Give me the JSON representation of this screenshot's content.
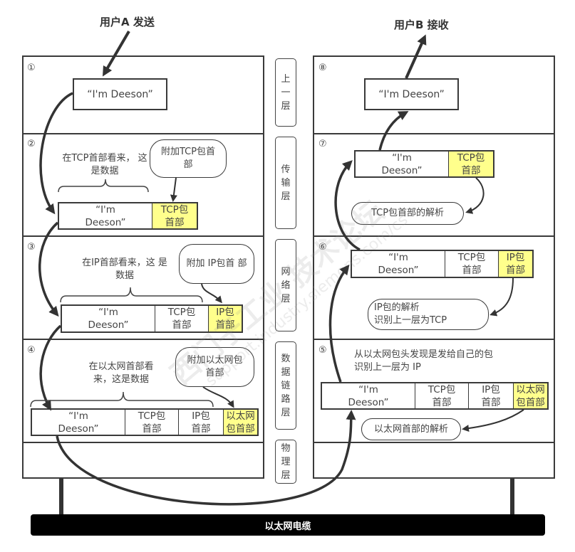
{
  "titles": {
    "sender": "用户A 发送",
    "receiver": "用户B 接收"
  },
  "layers": [
    {
      "id": "upper",
      "label": "上一层"
    },
    {
      "id": "transport",
      "label": "传输层"
    },
    {
      "id": "network",
      "label": "网络层"
    },
    {
      "id": "datalink",
      "label": "数据链路层"
    },
    {
      "id": "physical",
      "label": "物理层"
    }
  ],
  "sender": {
    "step1": {
      "num": "①",
      "message": "“I'm Deeson”"
    },
    "step2": {
      "num": "②",
      "note": "在TCP首部看来，\n这是数据",
      "bubble": "附加TCP包首\n部",
      "cells": [
        "“I'm\nDeeson”",
        "TCP包\n首部"
      ]
    },
    "step3": {
      "num": "③",
      "note": "在IP首部看来，这\n是数据",
      "bubble": "附加 IP包首\n部",
      "cells": [
        "“I'm\nDeeson”",
        "TCP包\n首部",
        "IP包\n首部"
      ]
    },
    "step4": {
      "num": "④",
      "note": "在以太网首部看\n来，这是数据",
      "bubble": "附加以太网包\n首部",
      "cells": [
        "“I'm\nDeeson”",
        "TCP包\n首部",
        "IP包\n首部",
        "以太网\n包首部"
      ]
    }
  },
  "receiver": {
    "step8": {
      "num": "⑧",
      "message": "“I'm Deeson”"
    },
    "step7": {
      "num": "⑦",
      "cells": [
        "“I'm\nDeeson”",
        "TCP包\n首部"
      ],
      "bubble": "TCP包首部的解析"
    },
    "step6": {
      "num": "⑥",
      "cells": [
        "“I'm\nDeeson”",
        "TCP包\n首部",
        "IP包\n首部"
      ],
      "bubble": "IP包的解析\n识别上一层为TCP"
    },
    "step5": {
      "num": "⑤",
      "note": "从以太网包头发现是发给自己的包\n识别上一层为 IP",
      "cells": [
        "“I'm\nDeeson”",
        "TCP包\n首部",
        "IP包\n首部",
        "以太网\n包首部"
      ],
      "bubble": "以太网首部的解析"
    }
  },
  "cable": {
    "label": "以太网电缆"
  },
  "watermark": {
    "line1": "西门子工业  技术论坛",
    "line2": "support.industry.siemens.com/cs"
  },
  "colors": {
    "highlight": "#ffff8c",
    "stroke": "#3a3a3a",
    "cable": "#000000"
  }
}
